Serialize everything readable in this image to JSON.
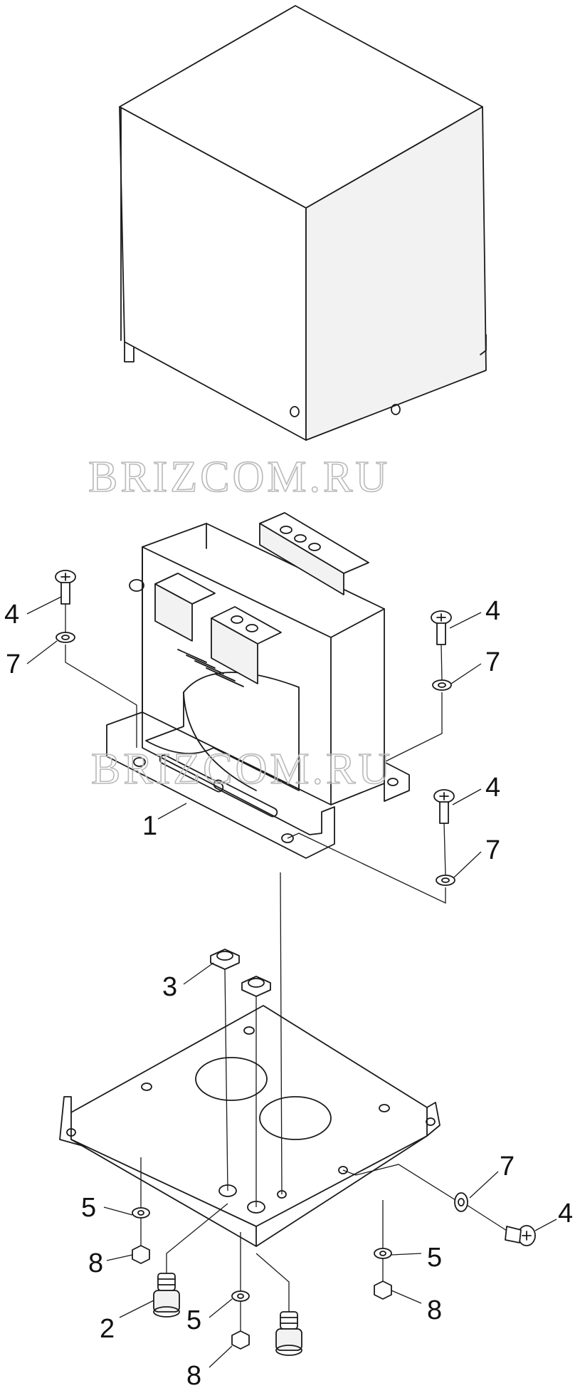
{
  "watermarks": [
    "BRIZCOM.RU",
    "BRIZCOM.RU"
  ],
  "callouts": [
    {
      "id": "c1",
      "text": "1"
    },
    {
      "id": "c2",
      "text": "2"
    },
    {
      "id": "c3",
      "text": "3"
    },
    {
      "id": "c4a",
      "text": "4"
    },
    {
      "id": "c4b",
      "text": "4"
    },
    {
      "id": "c4c",
      "text": "4"
    },
    {
      "id": "c4d",
      "text": "4"
    },
    {
      "id": "c5a",
      "text": "5"
    },
    {
      "id": "c5b",
      "text": "5"
    },
    {
      "id": "c5c",
      "text": "5"
    },
    {
      "id": "c7a",
      "text": "7"
    },
    {
      "id": "c7b",
      "text": "7"
    },
    {
      "id": "c7c",
      "text": "7"
    },
    {
      "id": "c7d",
      "text": "7"
    },
    {
      "id": "c8a",
      "text": "8"
    },
    {
      "id": "c8b",
      "text": "8"
    },
    {
      "id": "c8c",
      "text": "8"
    }
  ],
  "colors": {
    "line": "#1a1a1a",
    "face_light": "#ffffff",
    "face_shade": "#f2f2f2",
    "watermark": "#b9b9b9"
  }
}
